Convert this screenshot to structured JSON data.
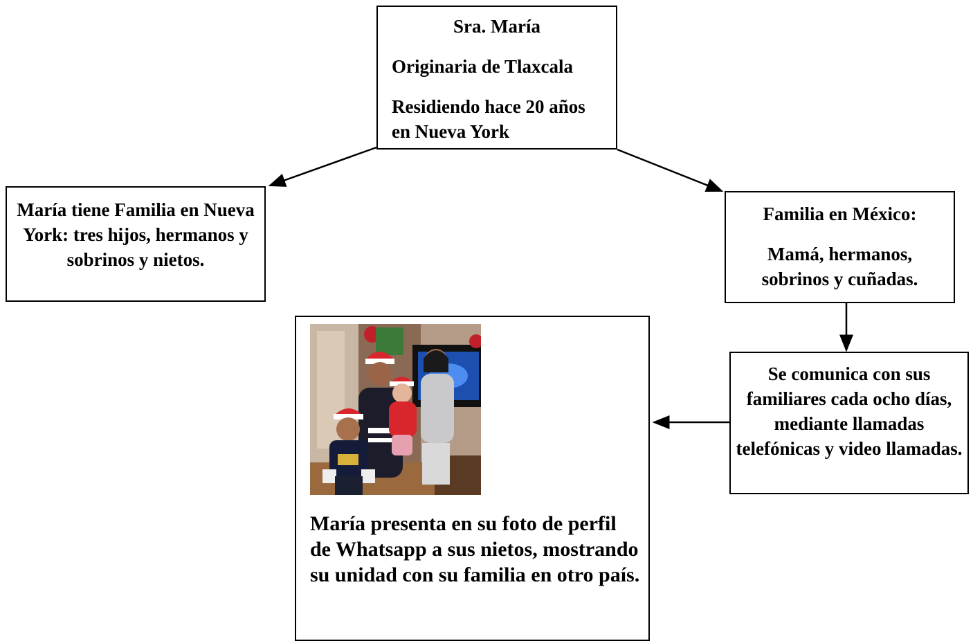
{
  "nodes": {
    "top": {
      "line1": "Sra. María",
      "line2": "Originaria de Tlaxcala",
      "line3": "Residiendo hace 20 años en Nueva York"
    },
    "left": {
      "text": "María tiene Familia en Nueva York: tres hijos, hermanos y sobrinos y nietos."
    },
    "right": {
      "title": "Familia en México:",
      "text": "Mamá, hermanos, sobrinos y cuñadas."
    },
    "communication": {
      "text": "Se comunica con sus familiares cada ocho días, mediante llamadas telefónicas y video llamadas."
    },
    "photo_box": {
      "caption": "María presenta en su foto de perfil de Whatsapp a sus nietos, mostrando su unidad con su familia en otro país."
    }
  },
  "colors": {
    "border": "#000000",
    "text": "#000000",
    "background": "#ffffff"
  }
}
